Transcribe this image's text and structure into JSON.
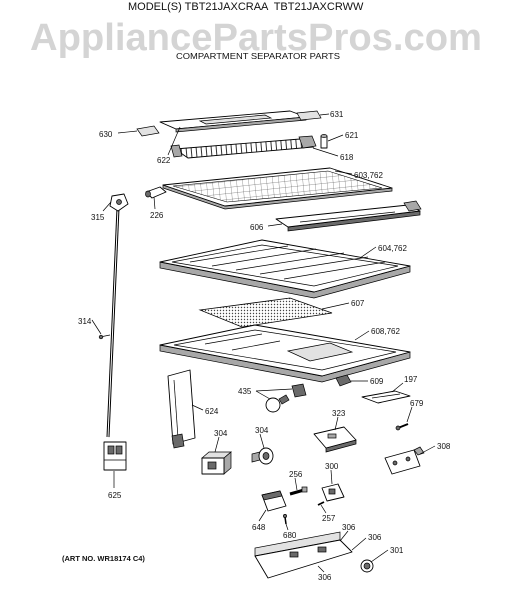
{
  "header": {
    "model_line": "MODEL(S) TBT21JAXCRAA  TBT21JAXCRWW",
    "watermark": "AppliancePartsPros.com",
    "section_title": "COMPARTMENT SEPARATOR PARTS"
  },
  "parts": [
    {
      "label": "631"
    },
    {
      "label": "630"
    },
    {
      "label": "621"
    },
    {
      "label": "622"
    },
    {
      "label": "618"
    },
    {
      "label": "603,762"
    },
    {
      "label": "315"
    },
    {
      "label": "226"
    },
    {
      "label": "606"
    },
    {
      "label": "604,762"
    },
    {
      "label": "607"
    },
    {
      "label": "314"
    },
    {
      "label": "608,762"
    },
    {
      "label": "609"
    },
    {
      "label": "197"
    },
    {
      "label": "435"
    },
    {
      "label": "624"
    },
    {
      "label": "679"
    },
    {
      "label": "323"
    },
    {
      "label": "304"
    },
    {
      "label": "304"
    },
    {
      "label": "308"
    },
    {
      "label": "300"
    },
    {
      "label": "256"
    },
    {
      "label": "625"
    },
    {
      "label": "648"
    },
    {
      "label": "257"
    },
    {
      "label": "680"
    },
    {
      "label": "306"
    },
    {
      "label": "306"
    },
    {
      "label": "301"
    },
    {
      "label": "306"
    }
  ],
  "footer": {
    "art_number": "(ART NO. WR18174 C4)"
  }
}
